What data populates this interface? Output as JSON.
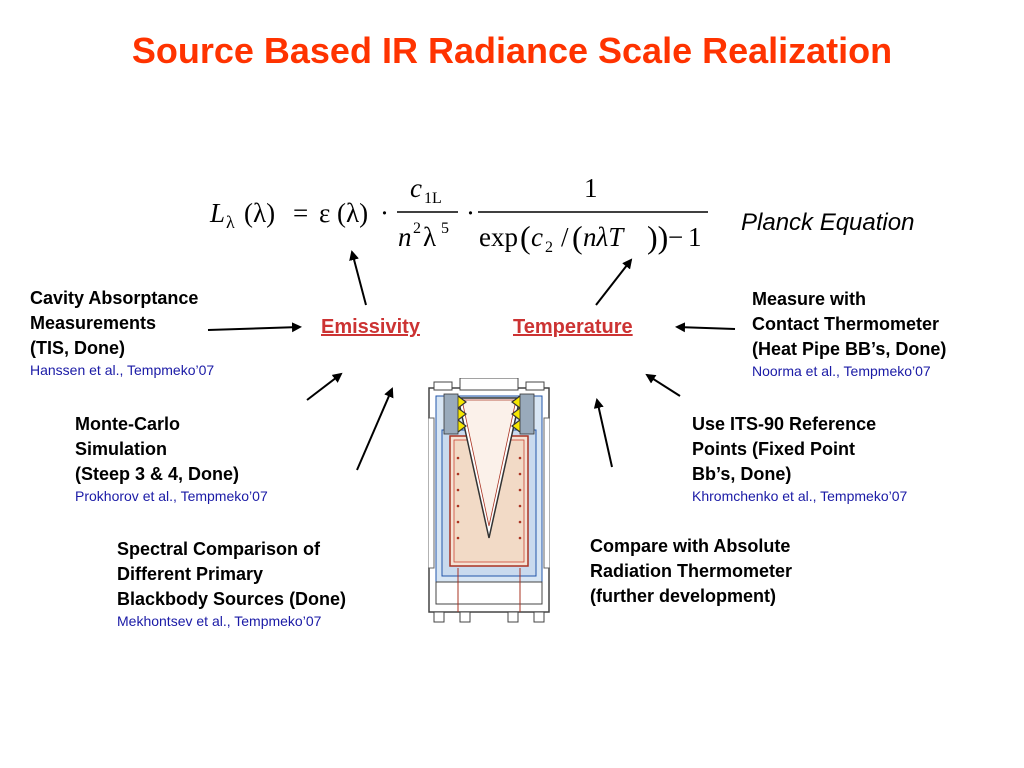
{
  "title": "Source Based IR Radiance Scale Realization",
  "equation": {
    "label": "Planck Equation",
    "lhs_L": "L",
    "lhs_sub": "λ",
    "lhs_arg": "(λ)",
    "eq": "=",
    "eps": "ε",
    "eps_arg": "(λ)",
    "dot": "·",
    "num1_c": "c",
    "num1_sub": "1L",
    "den1_n": "n",
    "den1_sup2": "2",
    "den1_lambda": "λ",
    "den1_sup5": "5",
    "num2": "1",
    "den2_exp": "exp",
    "den2_c": "c",
    "den2_sub": "2",
    "den2_slash": "/",
    "den2_nlt": "nλT",
    "den2_minus": "−",
    "den2_one": "1"
  },
  "labels": {
    "emissivity": "Emissivity",
    "temperature": "Temperature"
  },
  "notes": {
    "cavity": {
      "lines": [
        "Cavity Absorptance",
        "Measurements",
        "(TIS, Done)"
      ],
      "ref": "Hanssen et al., Tempmeko’07"
    },
    "monte_carlo": {
      "lines": [
        "Monte-Carlo",
        "Simulation",
        "(Steep 3 & 4, Done)"
      ],
      "ref": "Prokhorov et al., Tempmeko’07"
    },
    "spectral": {
      "lines": [
        "Spectral Comparison of",
        "Different Primary",
        "Blackbody Sources (Done)"
      ],
      "ref": "Mekhontsev et al., Tempmeko’07"
    },
    "contact": {
      "lines": [
        "Measure with",
        "Contact Thermometer",
        "(Heat Pipe BB’s, Done)"
      ],
      "ref": "Noorma et al., Tempmeko’07"
    },
    "its90": {
      "lines": [
        "Use ITS-90 Reference",
        "Points (Fixed Point",
        "Bb’s, Done)"
      ],
      "ref": "Khromchenko et al., Tempmeko’07"
    },
    "absolute": {
      "lines": [
        "Compare with Absolute",
        "Radiation Thermometer",
        "(further development)"
      ]
    }
  },
  "colors": {
    "title": "#ff3300",
    "label": "#cc3333",
    "reference": "#1a1aa6"
  }
}
